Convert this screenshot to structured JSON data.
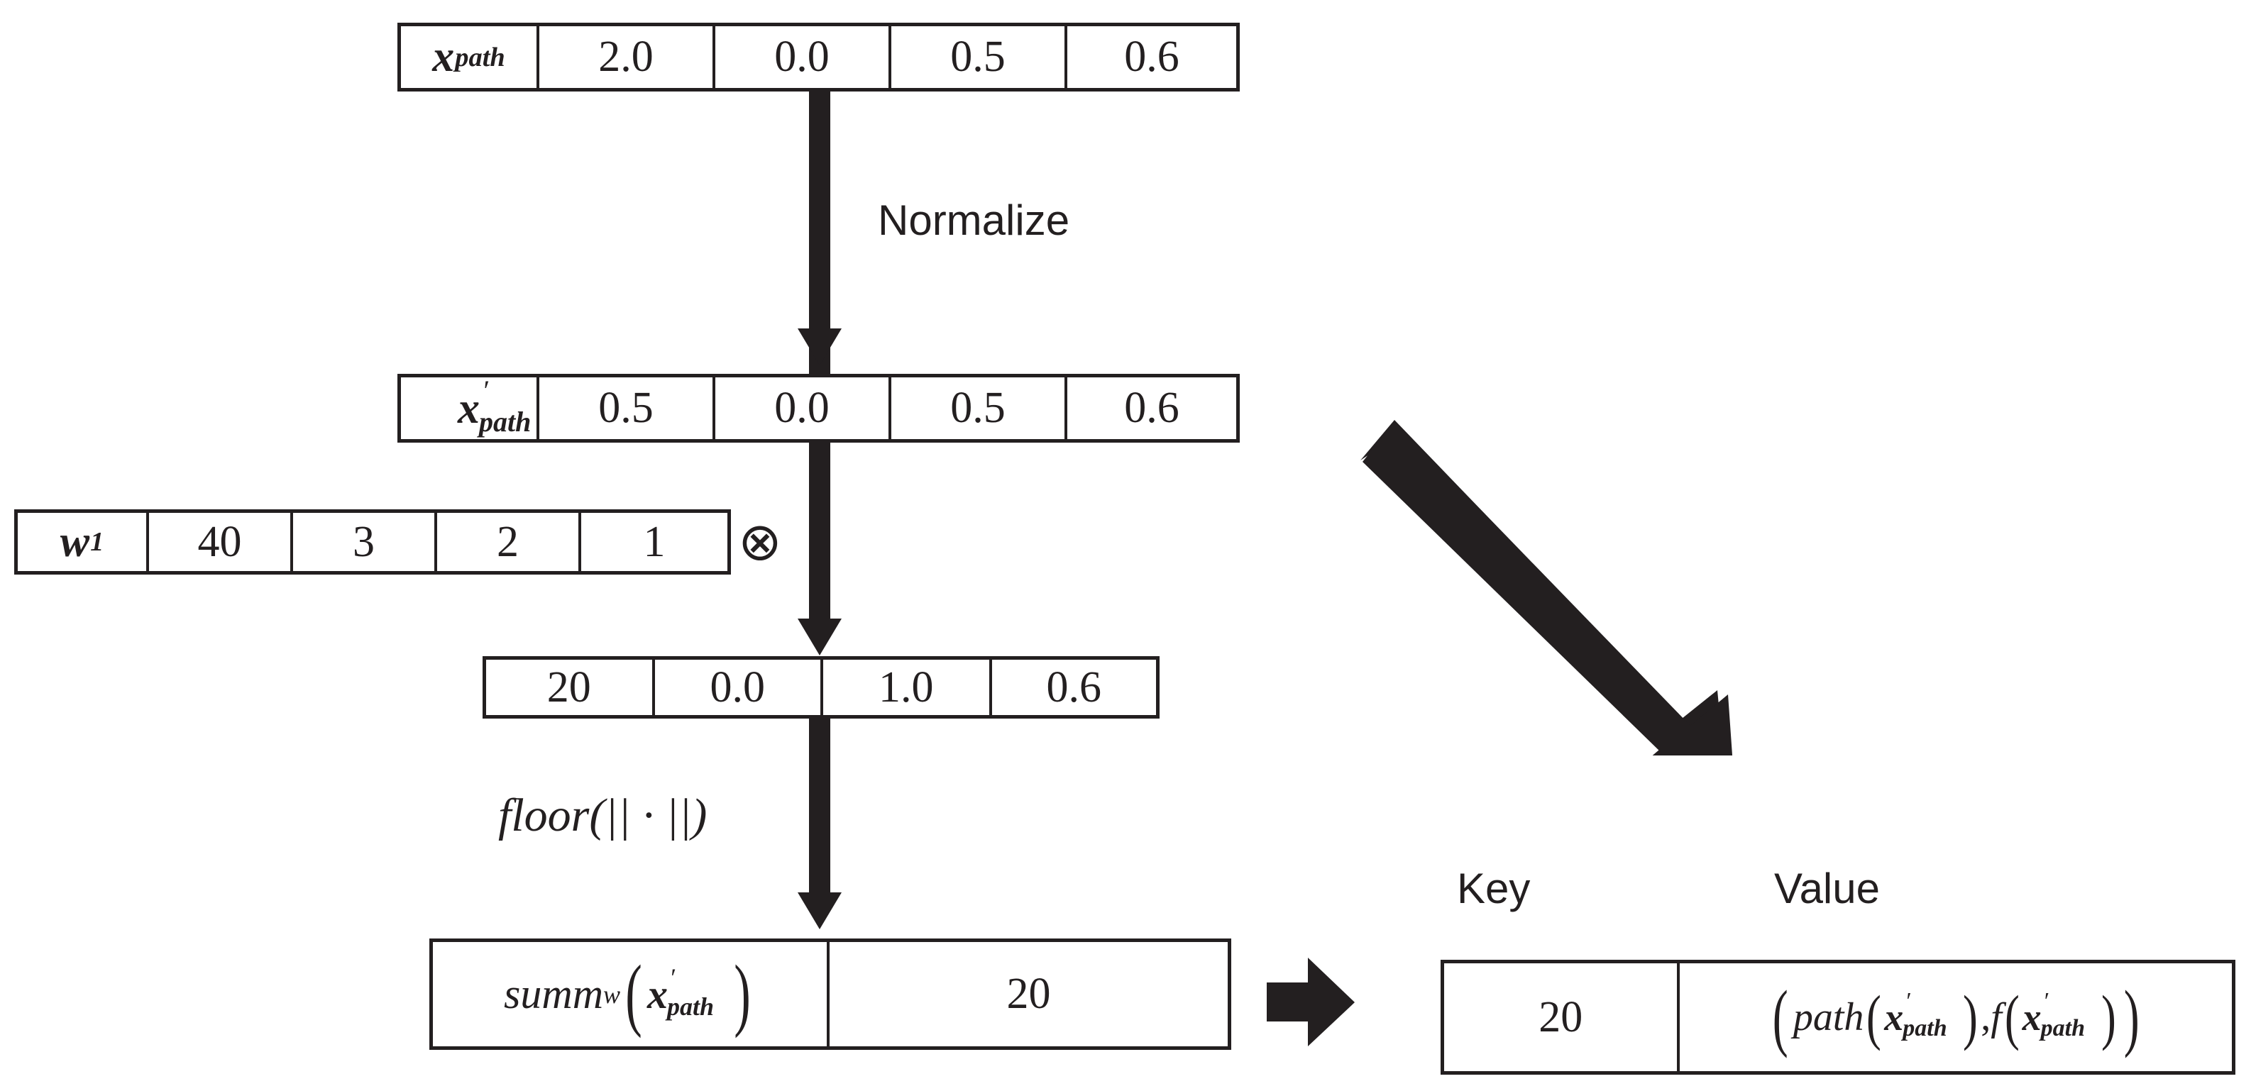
{
  "diagram": {
    "title": "summ_w hashing pipeline for path vectors",
    "colors": {
      "ink": "#231f20",
      "background": "#ffffff"
    },
    "rows": {
      "x_path": {
        "label": "x",
        "label_sub": "path",
        "values": [
          "2.0",
          "0.0",
          "0.5",
          "0.6"
        ]
      },
      "x_path_norm": {
        "label": "x",
        "label_prime": "′",
        "label_sub": "path",
        "values": [
          "0.5",
          "0.0",
          "0.5",
          "0.6"
        ]
      },
      "weights": {
        "label": "w",
        "label_sub": "1",
        "values": [
          "40",
          "3",
          "2",
          "1"
        ],
        "operator": "⊗"
      },
      "product": {
        "values": [
          "20",
          "0.0",
          "1.0",
          "0.6"
        ]
      },
      "summ": {
        "formula_prefix": "summ",
        "formula_sub": "w",
        "formula_open": "(",
        "formula_var": "x",
        "formula_var_prime": "′",
        "formula_var_sub": "path",
        "formula_close": ")",
        "value": "20"
      }
    },
    "labels": {
      "normalize": "Normalize",
      "floor": "floor(|| · ||)"
    },
    "kv_table": {
      "headers": {
        "key": "Key",
        "value": "Value"
      },
      "key": "20",
      "value": {
        "open": "(",
        "fn1": "path",
        "p1_open": "(",
        "var1": "x",
        "var1_prime": "′",
        "var1_sub": "path",
        "p1_close": ")",
        "comma": ", ",
        "fn2": "f",
        "p2_open": "(",
        "var2": "x",
        "var2_prime": "′",
        "var2_sub": "path",
        "p2_close": ")",
        "close": ")"
      }
    },
    "arrows": {
      "normalize_arrow": "down-arrow",
      "multiply_arrow": "down-arrow",
      "floor_arrow": "down-arrow",
      "diagonal_arrow": "diagonal-down-right-arrow",
      "emit_arrow": "right-block-arrow"
    }
  }
}
